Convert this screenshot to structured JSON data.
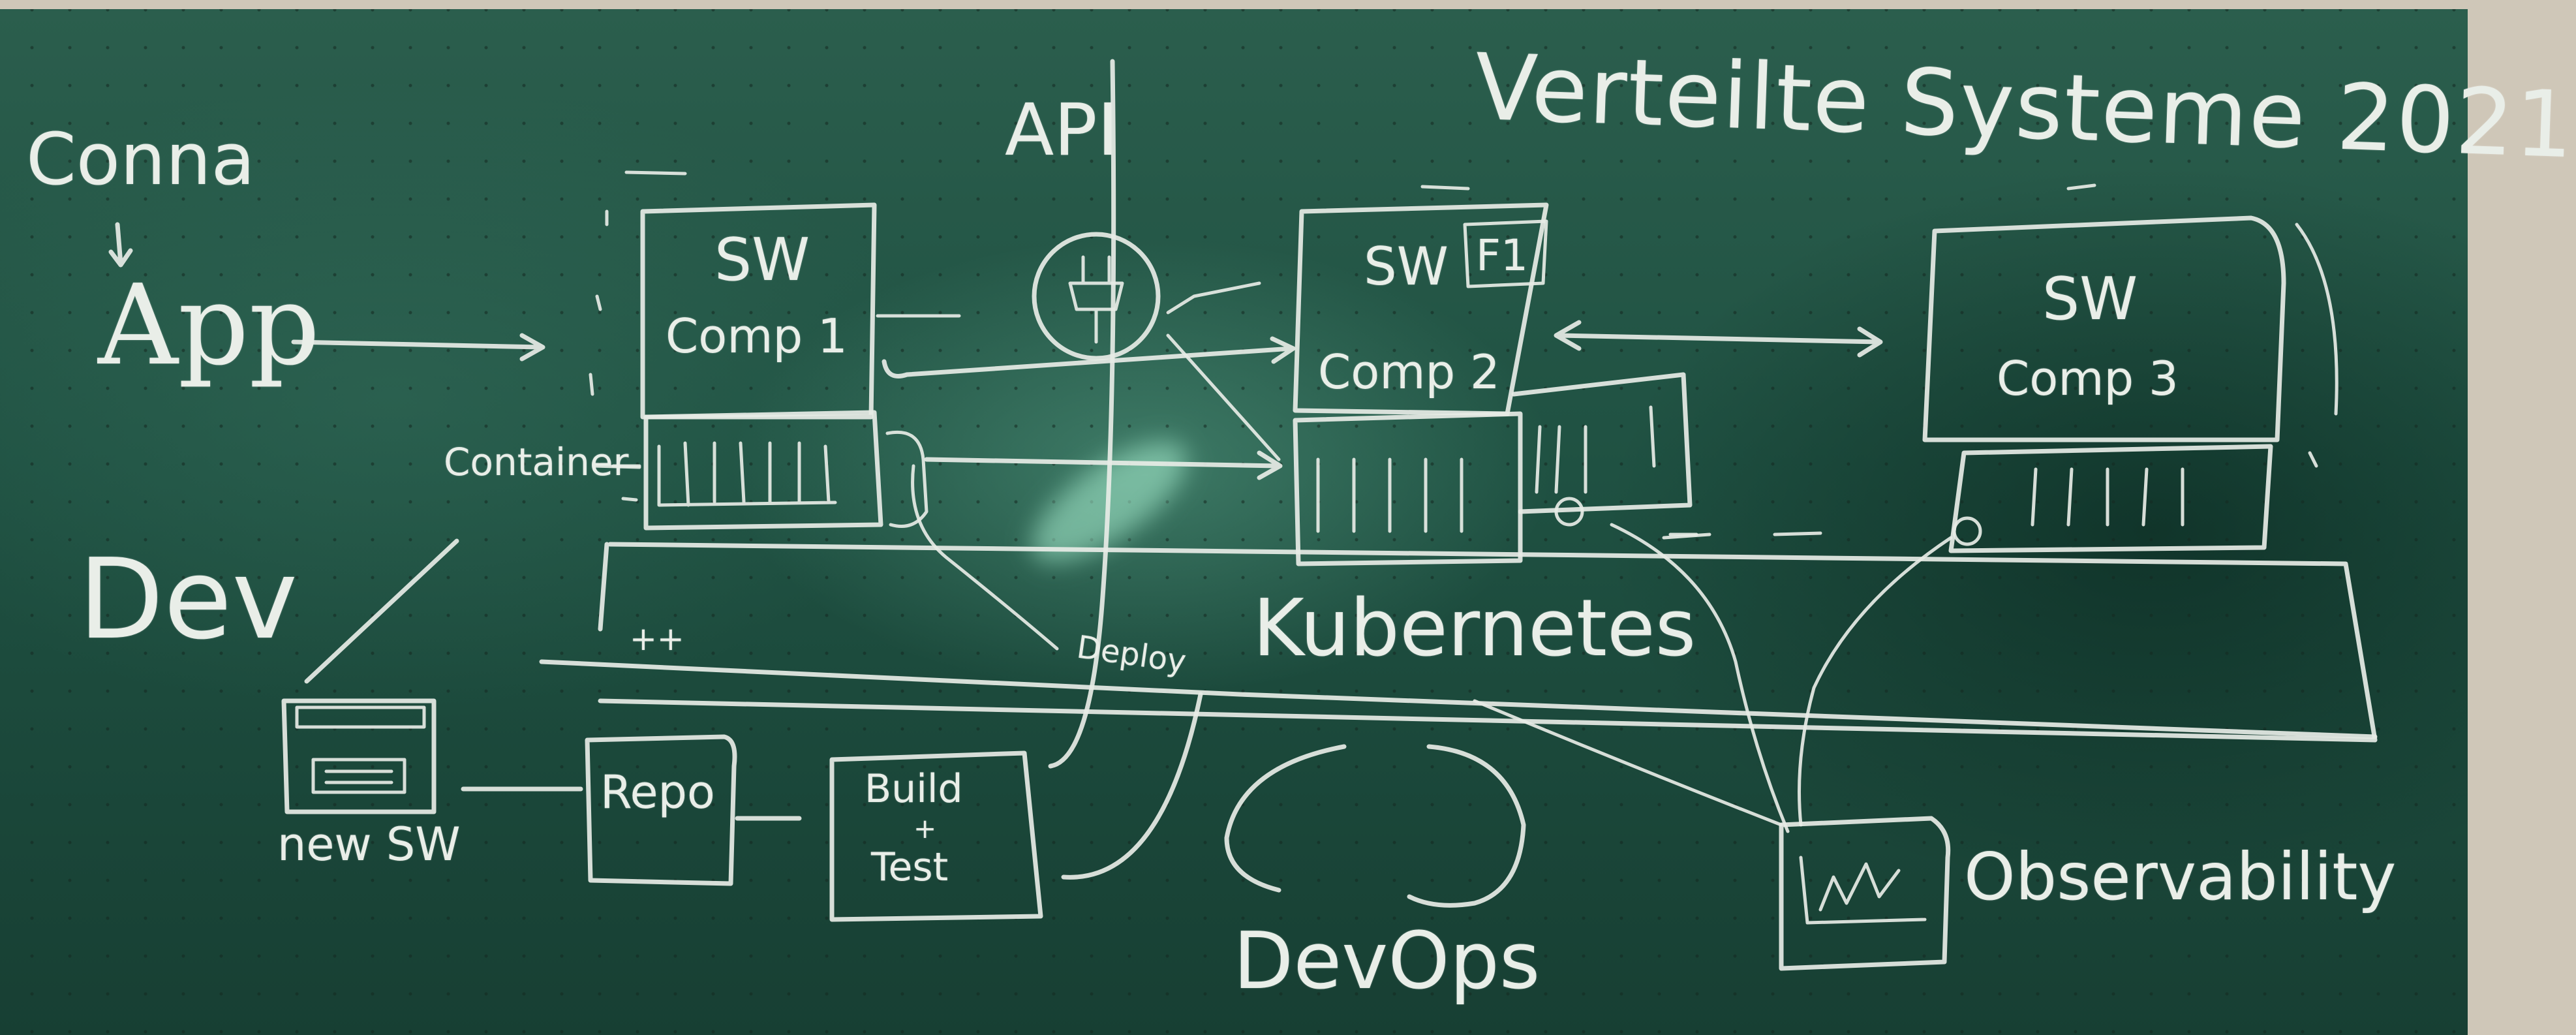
{
  "title": "Verteilte Systeme 2021",
  "left_column": {
    "top_word": "Conna",
    "app": "App",
    "dev": "Dev"
  },
  "api_label": "API",
  "components": {
    "comp1": {
      "line1": "SW",
      "line2": "Comp 1"
    },
    "comp2": {
      "line1": "SW",
      "line2": "Comp 2",
      "tag": "F1"
    },
    "comp3": {
      "line1": "SW",
      "line2": "Comp 3"
    }
  },
  "container_label": "Container",
  "kubernetes_label": "Kubernetes",
  "deploy_label": "Deploy",
  "pipeline": {
    "new_sw": "new SW",
    "repo": "Repo",
    "build_line1": "Build",
    "build_line2": "+",
    "build_line3": "Test"
  },
  "devops_label": "DevOps",
  "observability_label": "Observability",
  "plus_marks": "++"
}
